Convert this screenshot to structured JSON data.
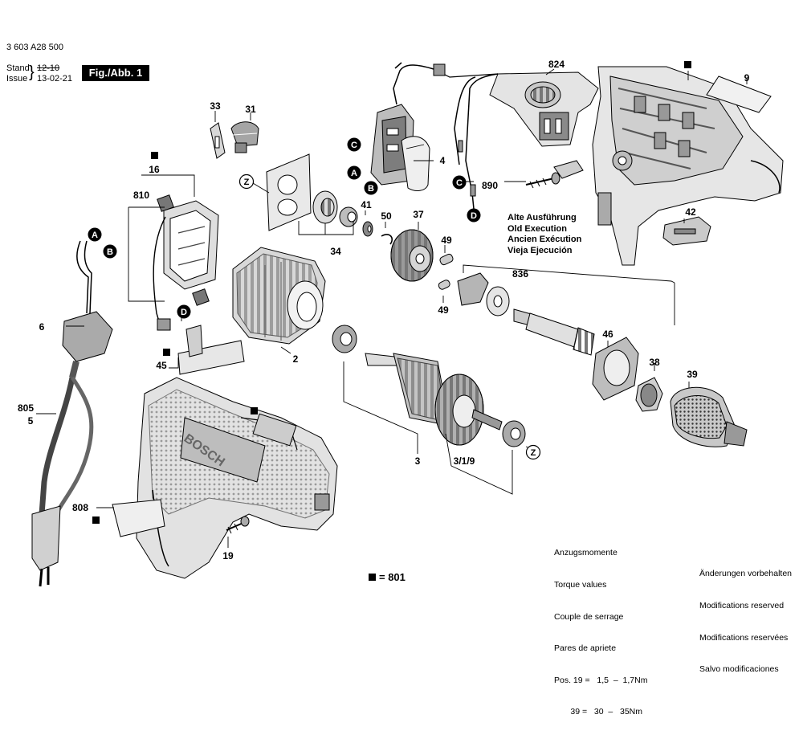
{
  "header": {
    "part_number": "3 603 A28 500",
    "stand_label": "Stand",
    "issue_label": "Issue",
    "stand_date_old": "12-10",
    "issue_date": "13-02-21",
    "fig_label": "Fig./Abb. 1"
  },
  "legend": {
    "marker_text": "= 801"
  },
  "old_execution": [
    "Alte Ausführung",
    "Old Execution",
    "Ancien Exécution",
    "Vieja Ejecución"
  ],
  "torque": {
    "lines": [
      "Anzugsmomente",
      "Torque values",
      "Couple de serrage",
      "Pares de apriete"
    ],
    "rows": [
      "Pos. 19 =   1,5  –  1,7Nm",
      "       39 =   30  –   35Nm"
    ]
  },
  "changes": [
    "Änderungen vorbehalten",
    "Modifications reserved",
    "Modifications reservées",
    "Salvo modificaciones"
  ],
  "parts": [
    {
      "id": "p824",
      "label": "824"
    },
    {
      "id": "p9",
      "label": "9"
    },
    {
      "id": "p33",
      "label": "33"
    },
    {
      "id": "p31",
      "label": "31"
    },
    {
      "id": "p16",
      "label": "16"
    },
    {
      "id": "p810",
      "label": "810"
    },
    {
      "id": "p4",
      "label": "4"
    },
    {
      "id": "p41",
      "label": "41"
    },
    {
      "id": "p50",
      "label": "50"
    },
    {
      "id": "p37",
      "label": "37"
    },
    {
      "id": "p34",
      "label": "34"
    },
    {
      "id": "p49a",
      "label": "49"
    },
    {
      "id": "p49b",
      "label": "49"
    },
    {
      "id": "p836",
      "label": "836"
    },
    {
      "id": "p890",
      "label": "890"
    },
    {
      "id": "p42",
      "label": "42"
    },
    {
      "id": "p6",
      "label": "6"
    },
    {
      "id": "p2",
      "label": "2"
    },
    {
      "id": "p45",
      "label": "45"
    },
    {
      "id": "p46",
      "label": "46"
    },
    {
      "id": "p38",
      "label": "38"
    },
    {
      "id": "p39",
      "label": "39"
    },
    {
      "id": "p805",
      "label": "805"
    },
    {
      "id": "p5",
      "label": "5"
    },
    {
      "id": "p3",
      "label": "3"
    },
    {
      "id": "p319",
      "label": "3/1/9"
    },
    {
      "id": "p808",
      "label": "808"
    },
    {
      "id": "p19",
      "label": "19"
    }
  ],
  "callouts": [
    {
      "id": "A1",
      "label": "A"
    },
    {
      "id": "B1",
      "label": "B"
    },
    {
      "id": "C1",
      "label": "C"
    },
    {
      "id": "A2",
      "label": "A"
    },
    {
      "id": "B2",
      "label": "B"
    },
    {
      "id": "C2",
      "label": "C"
    },
    {
      "id": "D1",
      "label": "D"
    },
    {
      "id": "D2",
      "label": "D"
    },
    {
      "id": "Z1",
      "label": "Z"
    },
    {
      "id": "Z2",
      "label": "Z"
    }
  ],
  "brand_text": "BOSCH"
}
